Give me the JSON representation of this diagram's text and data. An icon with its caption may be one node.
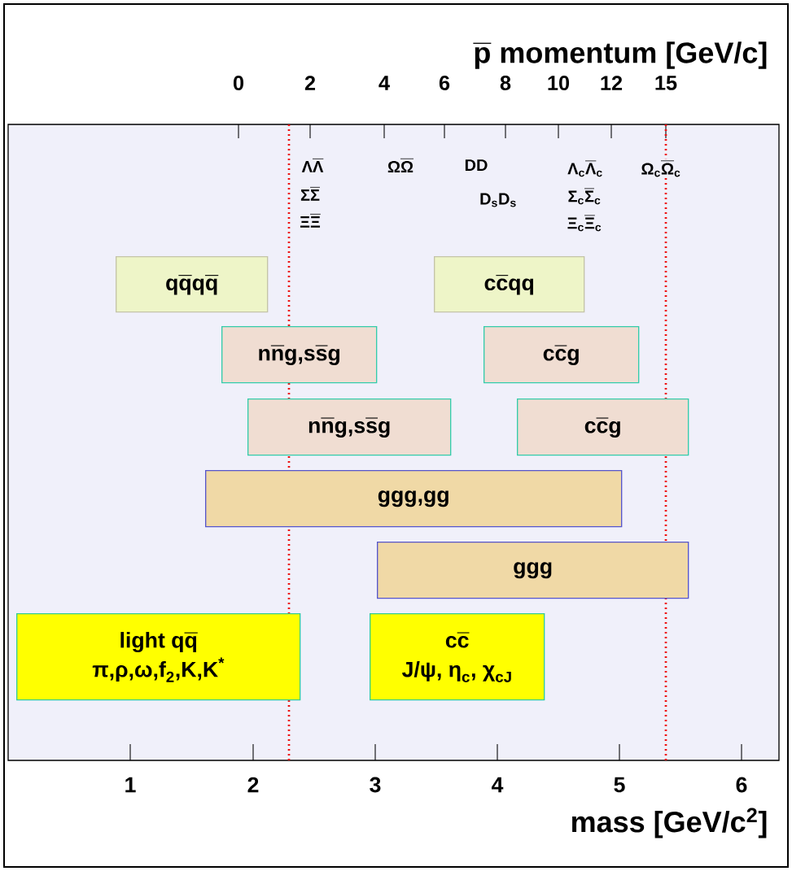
{
  "diagram": {
    "nodes": [
      {
        "text": [
          "\\text{q}\\overline{\\text{q}}\\text{q}\\overline{\\text{q}}"
        ]
      },
      {
        "text": [
          "\\text{c}\\overline{\\text{c}}\\text{qq}"
        ]
      },
      {
        "text": [
          "\\text{n}\\overline{\\text{n}}\\text{g,s}\\overline{\\text{s}}\\text{g}"
        ]
      },
      {
        "text": [
          "\\text{c}\\overline{\\text{c}}\\text{g}"
        ]
      },
      {
        "text": [
          "\\text{n}\\overline{\\text{n}}\\text{g,s}\\overline{\\text{s}}\\text{g}"
        ]
      },
      {
        "text": [
          "\\text{c}\\overline{\\text{c}}\\text{g}"
        ]
      },
      {
        "text": [
          "\\text{ggg,gg}"
        ]
      },
      {
        "text": [
          "\\text{ggg}"
        ]
      },
      {
        "text": [
          "\\text{light q}\\overline{\\text{q}}",
          "\\text{π,ρ,ω,f}_{\\text{2}}\\text{,K,K}^{\\text{*}}"
        ]
      },
      {
        "text": [
          "\\text{c}\\overline{\\text{c}}",
          "\\text{J/ψ, η}_{\\text{c}}\\text{, χ}_{\\text{cJ}}"
        ]
      }
    ],
    "labels": [
      "\\overline{\\text{p}}\\text{ momentum [GeV/c]}",
      "0",
      "2",
      "4",
      "6",
      "8",
      "10",
      "12",
      "15",
      "\\text{Λ}\\overline{\\text{Λ}}",
      "\\text{Σ}\\overline{\\text{Σ}}",
      "\\text{Ξ}\\overline{\\text{Ξ}}",
      "\\text{Ω}\\overline{\\text{Ω}}",
      "DD",
      "\\text{D}_{\\text{s}}\\text{D}_{\\text{s}}",
      "\\text{Λ}_{\\text{c}}\\overline{\\text{Λ}}_{\\text{c}}",
      "\\text{Σ}_{\\text{c}}\\overline{\\text{Σ}}_{\\text{c}}",
      "\\text{Ξ}_{\\text{c}}\\overline{\\text{Ξ}}_{\\text{c}}",
      "\\text{Ω}_{\\text{c}}\\overline{\\text{Ω}}_{\\text{c}}",
      "1",
      "2",
      "3",
      "4",
      "5",
      "6",
      "mass [GeV/c$^{2}$]"
    ]
  }
}
